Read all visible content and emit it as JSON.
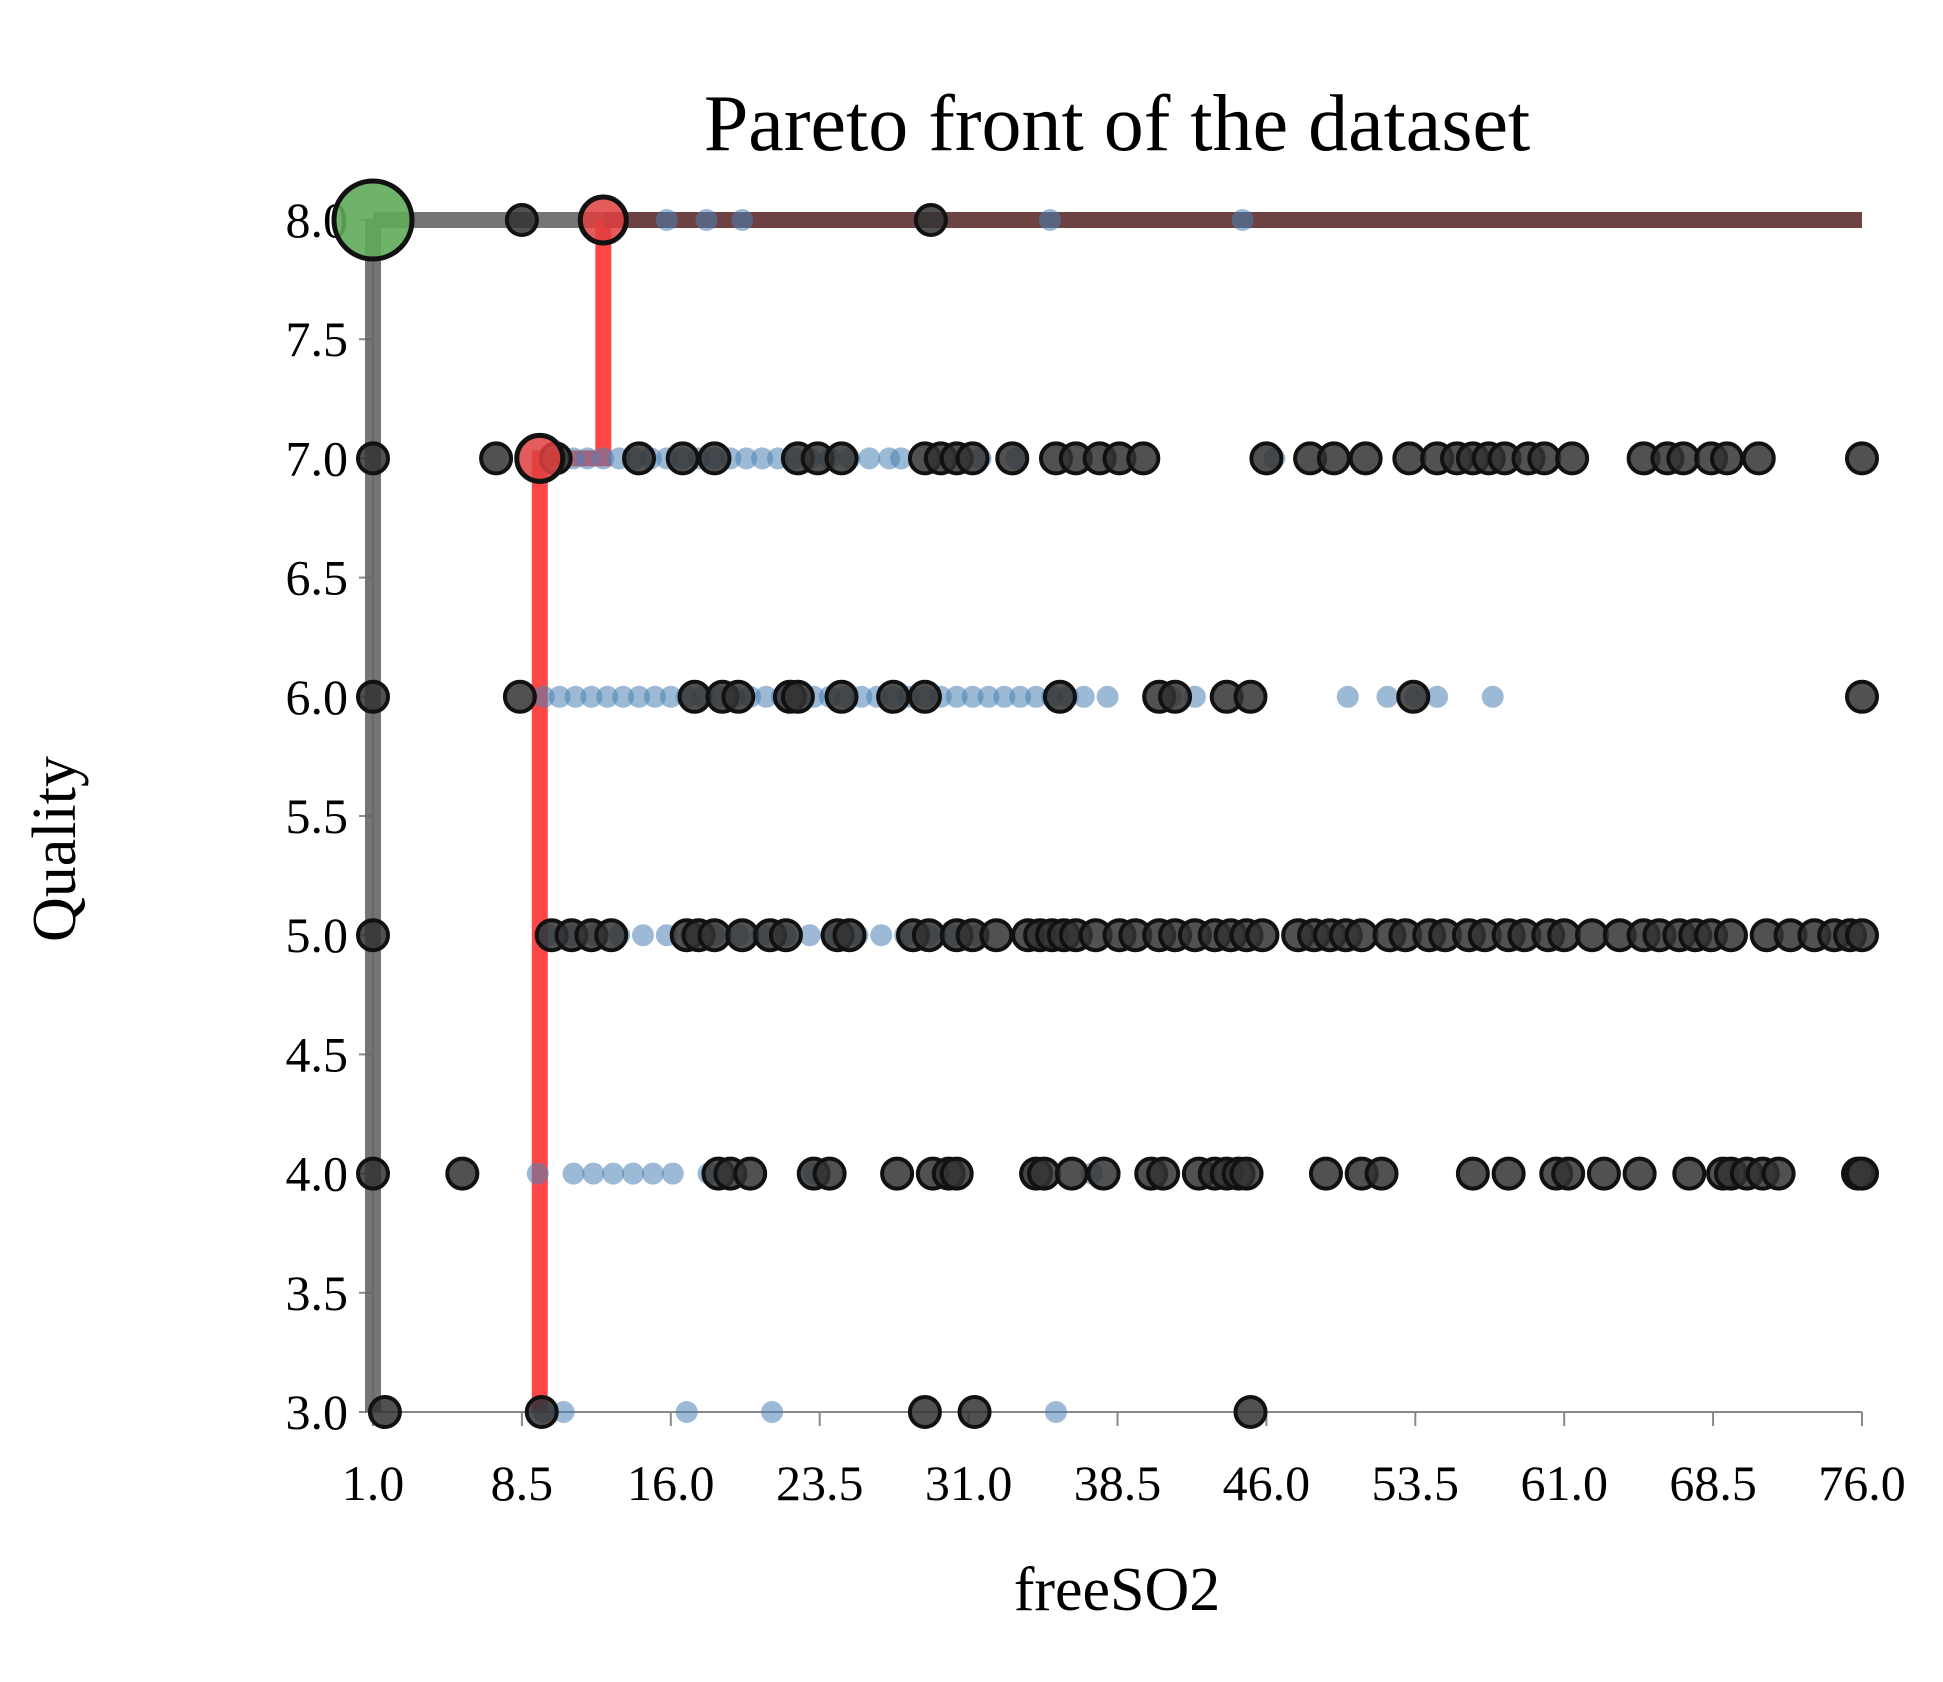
{
  "chart_data": {
    "type": "scatter",
    "title": "Pareto front of the dataset",
    "xlabel": "freeSO2",
    "ylabel": "Quality",
    "xlim": [
      1.0,
      76.0
    ],
    "ylim": [
      3.0,
      8.0
    ],
    "xticks": [
      "1.0",
      "8.5",
      "16.0",
      "23.5",
      "31.0",
      "38.5",
      "46.0",
      "53.5",
      "61.0",
      "68.5",
      "76.0"
    ],
    "yticks": [
      "8.0",
      "7.5",
      "7.0",
      "6.5",
      "6.0",
      "5.5",
      "5.0",
      "4.5",
      "4.0",
      "3.5",
      "3.0"
    ],
    "grid": false,
    "colors": {
      "background_points": "#4a82b4",
      "dominated_points": "#333333",
      "pareto_optimal": "#5faa5a",
      "second_front": "#e04040",
      "front1_line": "#666666",
      "front2_line": "#ff3333",
      "top_line": "#6b3f3f"
    },
    "series": [
      {
        "role": "background",
        "points": [
          [
            9.6,
            3
          ],
          [
            10.6,
            3
          ],
          [
            16.8,
            3
          ],
          [
            21.1,
            3
          ],
          [
            35.4,
            3
          ],
          [
            9.3,
            4
          ],
          [
            11.1,
            4
          ],
          [
            12.1,
            4
          ],
          [
            13.1,
            4
          ],
          [
            14.1,
            4
          ],
          [
            15.1,
            4
          ],
          [
            16.1,
            4
          ],
          [
            17.9,
            4
          ],
          [
            23.2,
            4
          ],
          [
            34.1,
            4
          ],
          [
            37.2,
            4
          ],
          [
            9.8,
            5
          ],
          [
            11.0,
            5
          ],
          [
            12.2,
            5
          ],
          [
            13.4,
            5
          ],
          [
            14.6,
            5
          ],
          [
            15.8,
            5
          ],
          [
            17.0,
            5
          ],
          [
            18.2,
            5
          ],
          [
            19.4,
            5
          ],
          [
            20.6,
            5
          ],
          [
            21.8,
            5
          ],
          [
            23.0,
            5
          ],
          [
            24.2,
            5
          ],
          [
            25.4,
            5
          ],
          [
            26.6,
            5
          ],
          [
            27.8,
            5
          ],
          [
            29.0,
            5
          ],
          [
            30.2,
            5
          ],
          [
            31.4,
            5
          ],
          [
            9.6,
            6
          ],
          [
            10.4,
            6
          ],
          [
            11.2,
            6
          ],
          [
            12.0,
            6
          ],
          [
            12.8,
            6
          ],
          [
            13.6,
            6
          ],
          [
            14.4,
            6
          ],
          [
            15.2,
            6
          ],
          [
            16.0,
            6
          ],
          [
            16.8,
            6
          ],
          [
            17.6,
            6
          ],
          [
            18.4,
            6
          ],
          [
            19.2,
            6
          ],
          [
            20.0,
            6
          ],
          [
            20.8,
            6
          ],
          [
            21.6,
            6
          ],
          [
            22.4,
            6
          ],
          [
            23.2,
            6
          ],
          [
            24.0,
            6
          ],
          [
            24.8,
            6
          ],
          [
            25.6,
            6
          ],
          [
            26.4,
            6
          ],
          [
            27.2,
            6
          ],
          [
            28.0,
            6
          ],
          [
            28.8,
            6
          ],
          [
            29.6,
            6
          ],
          [
            30.4,
            6
          ],
          [
            31.2,
            6
          ],
          [
            32.0,
            6
          ],
          [
            32.8,
            6
          ],
          [
            33.6,
            6
          ],
          [
            34.4,
            6
          ],
          [
            35.2,
            6
          ],
          [
            36.0,
            6
          ],
          [
            36.8,
            6
          ],
          [
            38.0,
            6
          ],
          [
            41.2,
            6
          ],
          [
            42.4,
            6
          ],
          [
            50.1,
            6
          ],
          [
            52.1,
            6
          ],
          [
            53.5,
            6
          ],
          [
            54.6,
            6
          ],
          [
            57.4,
            6
          ],
          [
            11.1,
            7
          ],
          [
            11.8,
            7
          ],
          [
            12.6,
            7
          ],
          [
            13.4,
            7
          ],
          [
            14.2,
            7
          ],
          [
            15.0,
            7
          ],
          [
            15.8,
            7
          ],
          [
            16.6,
            7
          ],
          [
            17.4,
            7
          ],
          [
            18.2,
            7
          ],
          [
            19.0,
            7
          ],
          [
            19.8,
            7
          ],
          [
            20.6,
            7
          ],
          [
            21.4,
            7
          ],
          [
            22.2,
            7
          ],
          [
            23.0,
            7
          ],
          [
            24.0,
            7
          ],
          [
            25.0,
            7
          ],
          [
            26.0,
            7
          ],
          [
            27.0,
            7
          ],
          [
            27.6,
            7
          ],
          [
            31.6,
            7
          ],
          [
            33.4,
            7
          ],
          [
            46.4,
            7
          ],
          [
            15.8,
            8
          ],
          [
            17.8,
            8
          ],
          [
            19.6,
            8
          ],
          [
            35.1,
            8
          ],
          [
            44.8,
            8
          ]
        ]
      },
      {
        "role": "dominated",
        "points": [
          [
            1.0,
            7
          ],
          [
            1.0,
            6
          ],
          [
            1.0,
            5
          ],
          [
            1.0,
            4
          ],
          [
            1.6,
            3
          ],
          [
            5.5,
            4
          ],
          [
            7.2,
            7
          ],
          [
            8.4,
            6
          ],
          [
            8.5,
            8
          ],
          [
            9.5,
            3
          ],
          [
            28.8,
            3
          ],
          [
            31.3,
            3
          ],
          [
            45.2,
            3
          ],
          [
            18.4,
            4
          ],
          [
            19.0,
            4
          ],
          [
            20.0,
            4
          ],
          [
            23.2,
            4
          ],
          [
            24.0,
            4
          ],
          [
            27.4,
            4
          ],
          [
            29.2,
            4
          ],
          [
            30.0,
            4
          ],
          [
            30.4,
            4
          ],
          [
            34.4,
            4
          ],
          [
            34.8,
            4
          ],
          [
            36.2,
            4
          ],
          [
            37.8,
            4
          ],
          [
            40.2,
            4
          ],
          [
            40.8,
            4
          ],
          [
            42.6,
            4
          ],
          [
            43.4,
            4
          ],
          [
            44.0,
            4
          ],
          [
            44.6,
            4
          ],
          [
            45.0,
            4
          ],
          [
            49.0,
            4
          ],
          [
            50.8,
            4
          ],
          [
            51.8,
            4
          ],
          [
            56.4,
            4
          ],
          [
            58.2,
            4
          ],
          [
            60.6,
            4
          ],
          [
            61.2,
            4
          ],
          [
            63.0,
            4
          ],
          [
            64.8,
            4
          ],
          [
            67.3,
            4
          ],
          [
            69.0,
            4
          ],
          [
            69.4,
            4
          ],
          [
            70.2,
            4
          ],
          [
            71.0,
            4
          ],
          [
            71.8,
            4
          ],
          [
            75.8,
            4
          ],
          [
            76.0,
            4
          ],
          [
            10.0,
            5
          ],
          [
            11.0,
            5
          ],
          [
            12.0,
            5
          ],
          [
            13.0,
            5
          ],
          [
            16.8,
            5
          ],
          [
            17.4,
            5
          ],
          [
            18.2,
            5
          ],
          [
            19.6,
            5
          ],
          [
            21.0,
            5
          ],
          [
            21.8,
            5
          ],
          [
            24.4,
            5
          ],
          [
            25.0,
            5
          ],
          [
            28.2,
            5
          ],
          [
            29.0,
            5
          ],
          [
            30.4,
            5
          ],
          [
            31.2,
            5
          ],
          [
            32.4,
            5
          ],
          [
            34.0,
            5
          ],
          [
            34.6,
            5
          ],
          [
            35.2,
            5
          ],
          [
            35.8,
            5
          ],
          [
            36.4,
            5
          ],
          [
            37.4,
            5
          ],
          [
            38.6,
            5
          ],
          [
            39.4,
            5
          ],
          [
            40.6,
            5
          ],
          [
            41.4,
            5
          ],
          [
            42.4,
            5
          ],
          [
            43.4,
            5
          ],
          [
            44.2,
            5
          ],
          [
            45.0,
            5
          ],
          [
            45.8,
            5
          ],
          [
            47.6,
            5
          ],
          [
            48.4,
            5
          ],
          [
            49.2,
            5
          ],
          [
            50.0,
            5
          ],
          [
            50.8,
            5
          ],
          [
            52.2,
            5
          ],
          [
            53.0,
            5
          ],
          [
            54.2,
            5
          ],
          [
            55.0,
            5
          ],
          [
            56.2,
            5
          ],
          [
            57.0,
            5
          ],
          [
            58.2,
            5
          ],
          [
            59.0,
            5
          ],
          [
            60.2,
            5
          ],
          [
            61.0,
            5
          ],
          [
            62.4,
            5
          ],
          [
            63.8,
            5
          ],
          [
            65.0,
            5
          ],
          [
            65.8,
            5
          ],
          [
            66.8,
            5
          ],
          [
            67.6,
            5
          ],
          [
            68.4,
            5
          ],
          [
            69.4,
            5
          ],
          [
            71.2,
            5
          ],
          [
            72.4,
            5
          ],
          [
            73.6,
            5
          ],
          [
            74.6,
            5
          ],
          [
            75.4,
            5
          ],
          [
            76.0,
            5
          ],
          [
            17.2,
            6
          ],
          [
            18.6,
            6
          ],
          [
            19.4,
            6
          ],
          [
            22.0,
            6
          ],
          [
            22.4,
            6
          ],
          [
            24.6,
            6
          ],
          [
            27.2,
            6
          ],
          [
            28.8,
            6
          ],
          [
            35.6,
            6
          ],
          [
            40.6,
            6
          ],
          [
            41.4,
            6
          ],
          [
            44.0,
            6
          ],
          [
            45.2,
            6
          ],
          [
            53.4,
            6
          ],
          [
            76.0,
            6
          ],
          [
            10.2,
            7
          ],
          [
            14.4,
            7
          ],
          [
            16.6,
            7
          ],
          [
            18.2,
            7
          ],
          [
            22.4,
            7
          ],
          [
            23.4,
            7
          ],
          [
            24.6,
            7
          ],
          [
            28.8,
            7
          ],
          [
            29.6,
            7
          ],
          [
            30.4,
            7
          ],
          [
            31.2,
            7
          ],
          [
            33.2,
            7
          ],
          [
            35.4,
            7
          ],
          [
            36.4,
            7
          ],
          [
            37.6,
            7
          ],
          [
            38.6,
            7
          ],
          [
            39.8,
            7
          ],
          [
            46.0,
            7
          ],
          [
            48.2,
            7
          ],
          [
            49.4,
            7
          ],
          [
            51.0,
            7
          ],
          [
            53.2,
            7
          ],
          [
            54.6,
            7
          ],
          [
            55.6,
            7
          ],
          [
            56.4,
            7
          ],
          [
            57.2,
            7
          ],
          [
            58.0,
            7
          ],
          [
            59.2,
            7
          ],
          [
            60.0,
            7
          ],
          [
            61.4,
            7
          ],
          [
            65.0,
            7
          ],
          [
            66.2,
            7
          ],
          [
            67.0,
            7
          ],
          [
            68.4,
            7
          ],
          [
            69.2,
            7
          ],
          [
            70.8,
            7
          ],
          [
            76.0,
            7
          ],
          [
            29.1,
            8
          ]
        ]
      },
      {
        "role": "pareto_front_1",
        "points": [
          [
            1.0,
            8.0
          ]
        ],
        "line": [
          [
            1.0,
            3.0
          ],
          [
            1.0,
            8.0
          ],
          [
            76.0,
            8.0
          ]
        ]
      },
      {
        "role": "pareto_front_2",
        "points": [
          [
            9.4,
            7.0
          ],
          [
            12.6,
            8.0
          ]
        ],
        "line": [
          [
            9.4,
            3.0
          ],
          [
            9.4,
            7.0
          ],
          [
            12.6,
            7.0
          ],
          [
            12.6,
            8.0
          ],
          [
            76.0,
            8.0
          ]
        ]
      }
    ]
  }
}
